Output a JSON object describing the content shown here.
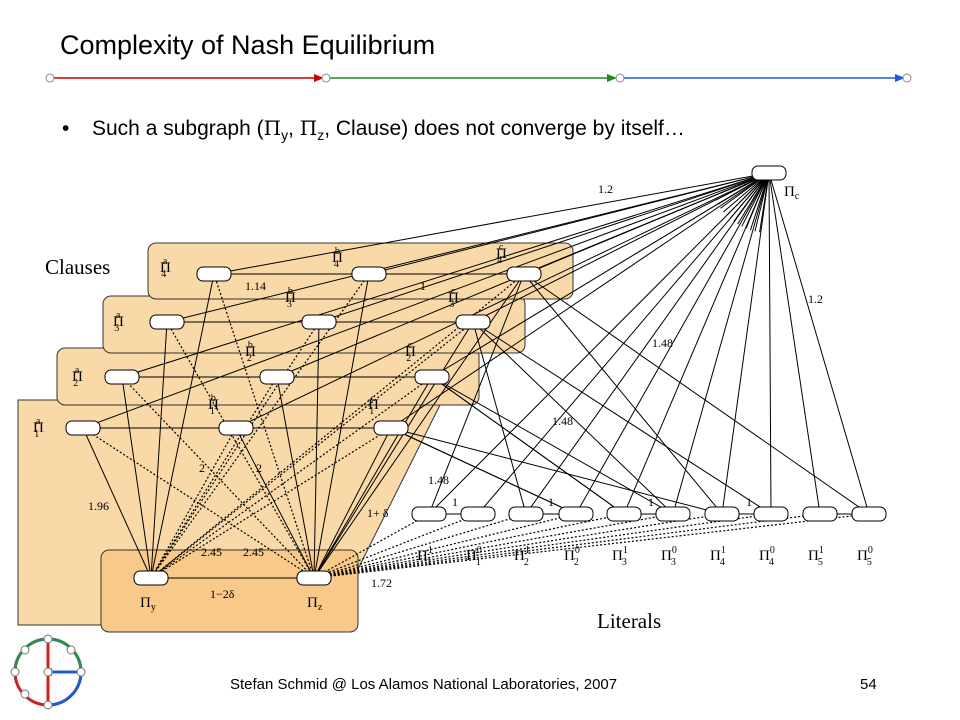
{
  "slide": {
    "title": "Complexity of Nash Equilibrium",
    "bullet": {
      "marker": "•",
      "text_before": "Such a subgraph (",
      "pi": "Π",
      "sub_y": "y",
      "sep": ", ",
      "sub_z": "z",
      "text_after": ", Clause) does not converge by itself…"
    },
    "footer_credit": "Stefan Schmid @ Los Alamos National Laboratories, 2007",
    "page_number": "54"
  },
  "title_rule_colors": [
    "#cc0000",
    "#228b22",
    "#1e5bd6"
  ],
  "diagram": {
    "clauses_label": "Clauses",
    "literals_label": "Literals",
    "clause_sub_labels": [
      "1",
      "2",
      "3",
      "4"
    ],
    "sup_a": "a",
    "sup_b": "b",
    "sup_c": "c",
    "pi_c": "Π",
    "pi_c_sub": "c",
    "pi_y": "Π",
    "pi_y_sub": "y",
    "pi_z": "Π",
    "pi_z_sub": "z",
    "weights": {
      "w_1_2_top": "1.2",
      "w_1_2_right": "1.2",
      "w_1_14": "1.14",
      "w_1": "1",
      "w_1_48_a": "1.48",
      "w_1_48_b": "1.48",
      "w_1_48_c": "1.48",
      "w_1_96": "1.96",
      "w_2_left": "2",
      "w_2_right": "2",
      "w_2_45_left": "2.45",
      "w_2_45_right": "2.45",
      "w_1_plus_delta": "1+ δ",
      "w_1_minus_2delta": "1−2δ",
      "w_1_72": "1.72",
      "w_lit_1": "1",
      "w_lit_2": "1",
      "w_lit_3": "1",
      "w_lit_4": "1"
    },
    "literals": [
      {
        "sub": "1",
        "sup": "1"
      },
      {
        "sub": "1",
        "sup": "0"
      },
      {
        "sub": "2",
        "sup": "1"
      },
      {
        "sub": "2",
        "sup": "0"
      },
      {
        "sub": "3",
        "sup": "1"
      },
      {
        "sub": "3",
        "sup": "0"
      },
      {
        "sub": "4",
        "sup": "1"
      },
      {
        "sub": "4",
        "sup": "0"
      },
      {
        "sub": "5",
        "sup": "1"
      },
      {
        "sub": "5",
        "sup": "0"
      }
    ],
    "clause_panel_color": "#fad9a8",
    "yz_box_color": "#f9c98a"
  }
}
